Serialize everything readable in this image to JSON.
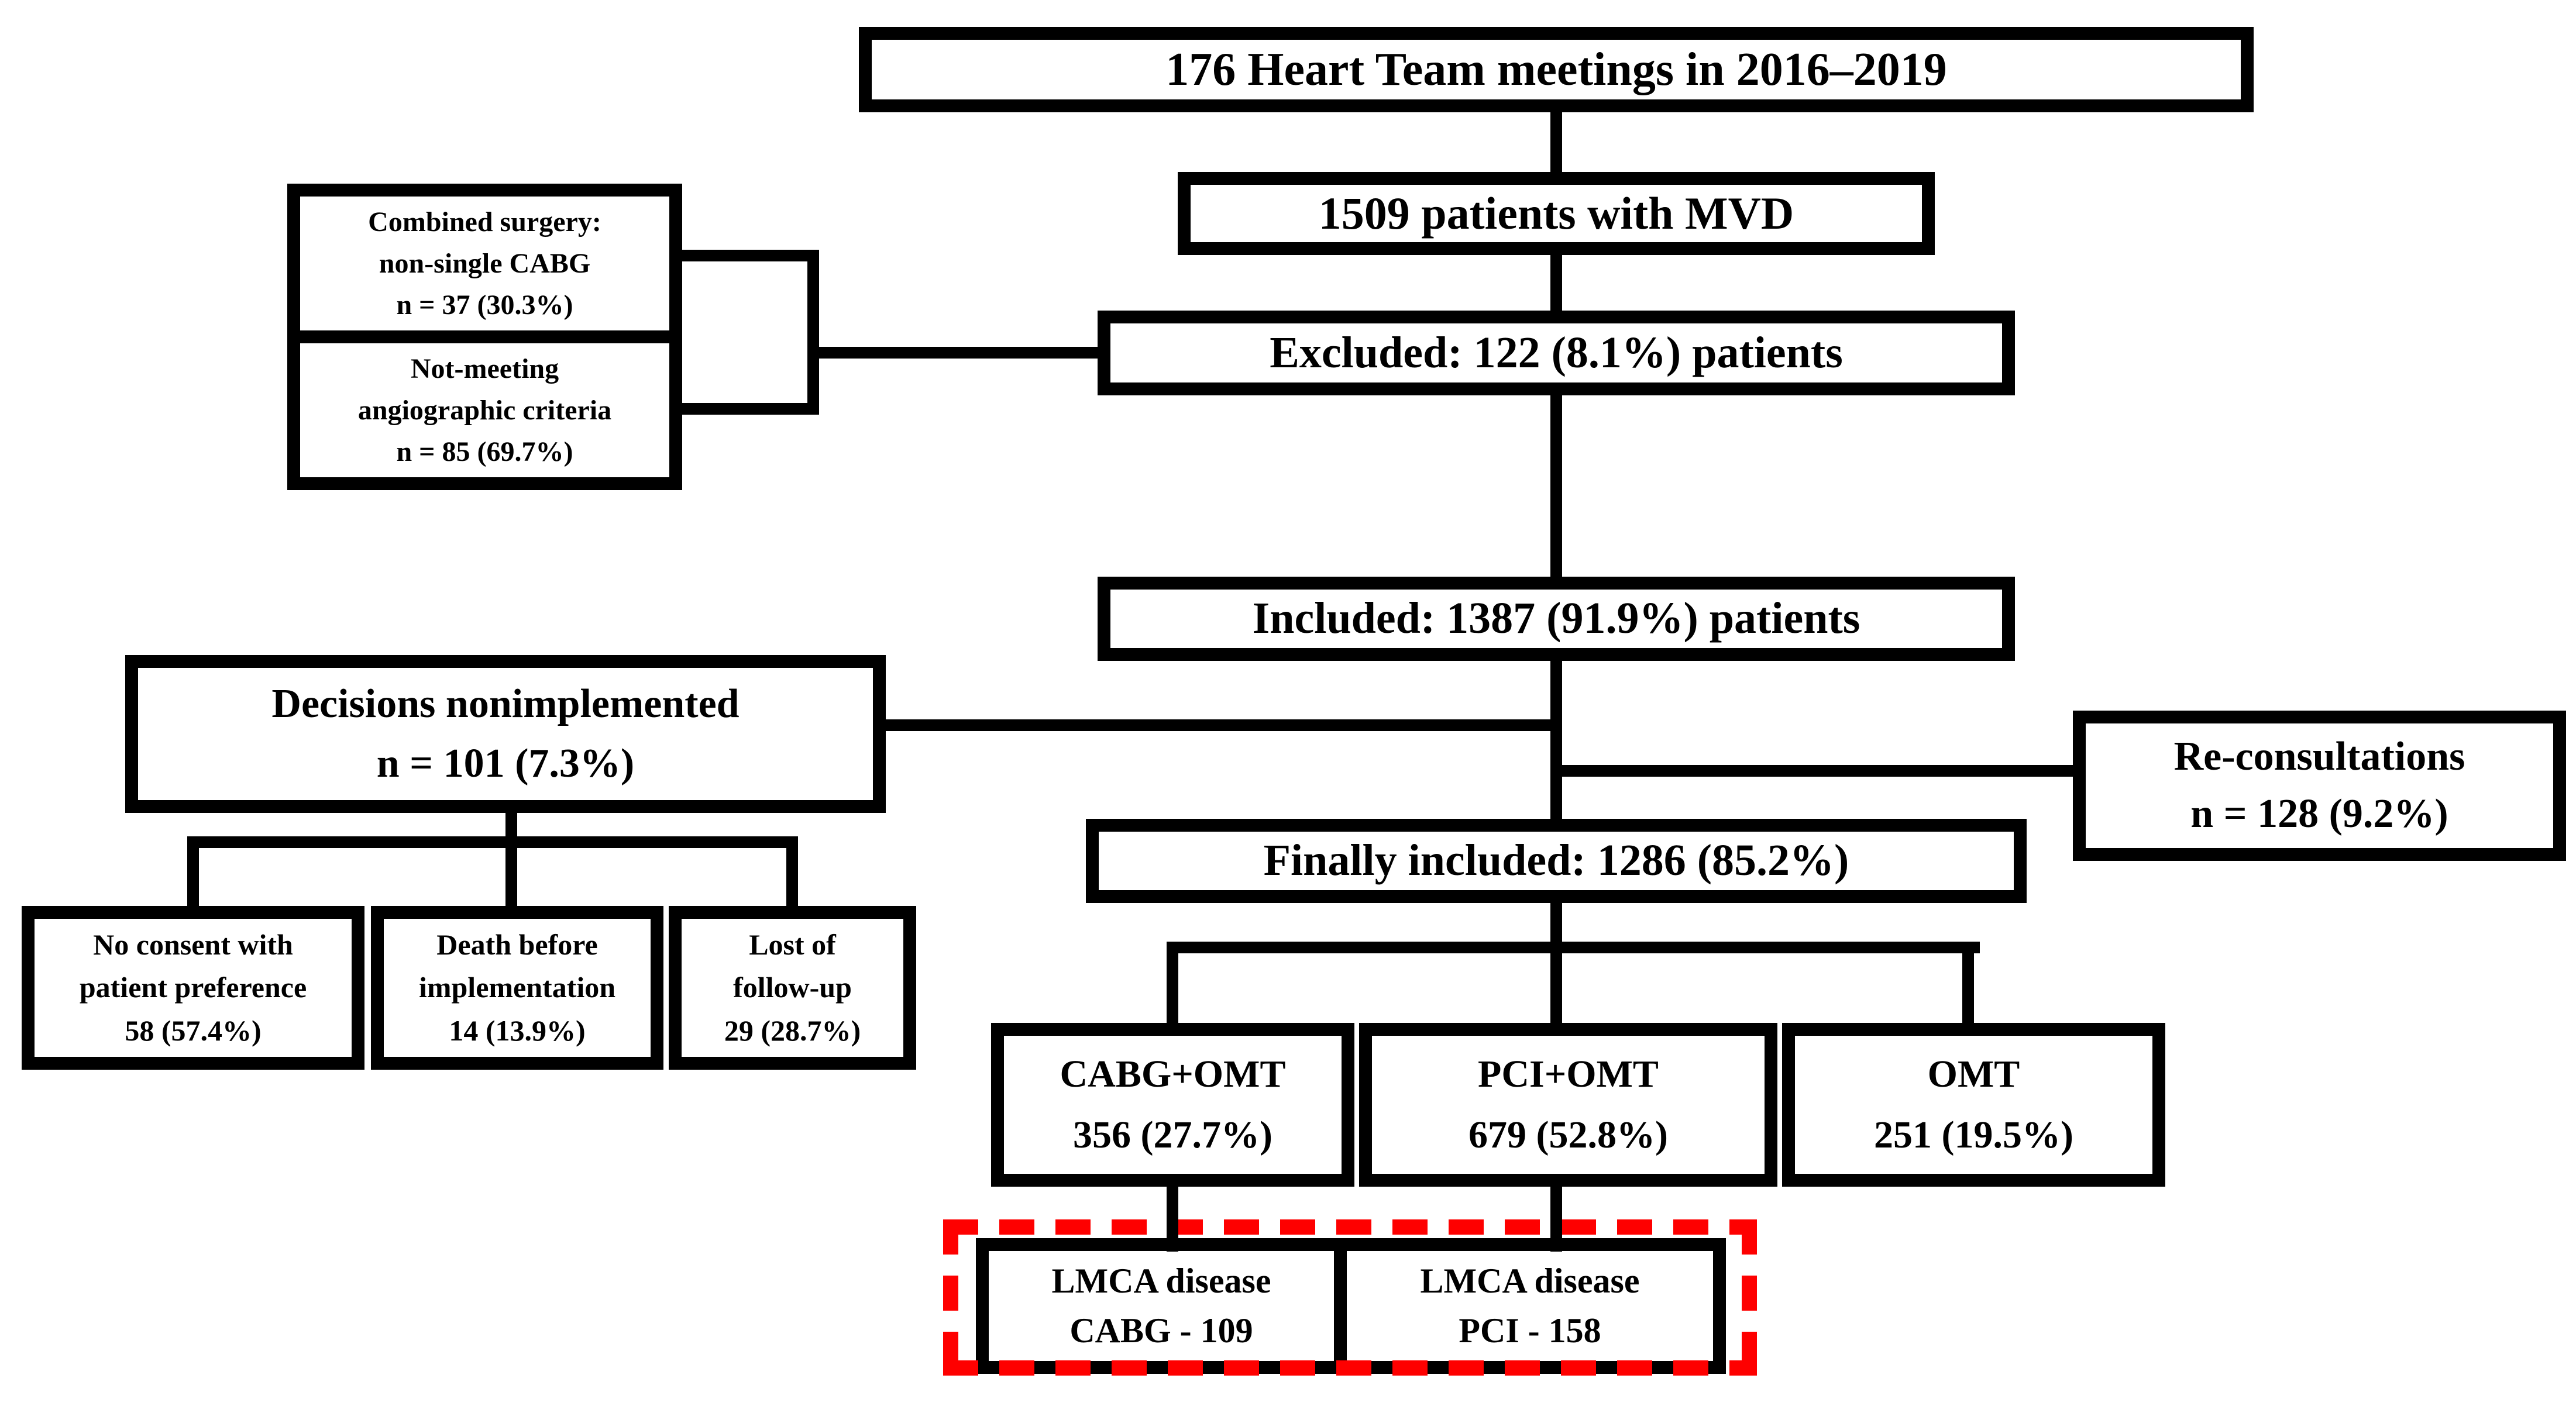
{
  "nodes": {
    "meetings": "176 Heart Team meetings in 2016–2019",
    "mvd": "1509 patients with MVD",
    "combined_surgery": [
      "Combined surgery:",
      "non-single CABG",
      "n = 37 (30.3%)"
    ],
    "angiographic": [
      "Not-meeting",
      "angiographic criteria",
      "n = 85 (69.7%)"
    ],
    "excluded": "Excluded: 122 (8.1%) patients",
    "included": "Included: 1387 (91.9%) patients",
    "decisions_nonimplemented": [
      "Decisions nonimplemented",
      "n = 101 (7.3%)"
    ],
    "reconsultations": [
      "Re-consultations",
      "n = 128 (9.2%)"
    ],
    "finally_included": "Finally included: 1286 (85.2%)",
    "no_consent": [
      "No consent with",
      "patient preference",
      "58 (57.4%)"
    ],
    "death_before": [
      "Death before",
      "implementation",
      "14 (13.9%)"
    ],
    "lost_followup": [
      "Lost of",
      "follow-up",
      "29 (28.7%)"
    ],
    "cabg_omt": [
      "CABG+OMT",
      "356 (27.7%)"
    ],
    "pci_omt": [
      "PCI+OMT",
      "679 (52.8%)"
    ],
    "omt": [
      "OMT",
      "251 (19.5%)"
    ],
    "lmca_cabg": [
      "LMCA disease",
      "CABG - 109"
    ],
    "lmca_pci": [
      "LMCA disease",
      "PCI - 158"
    ]
  },
  "colors": {
    "line": "#000000",
    "box_background": "#ffffff",
    "page_background": "#ffffff",
    "highlight_border": "#fe0000"
  }
}
